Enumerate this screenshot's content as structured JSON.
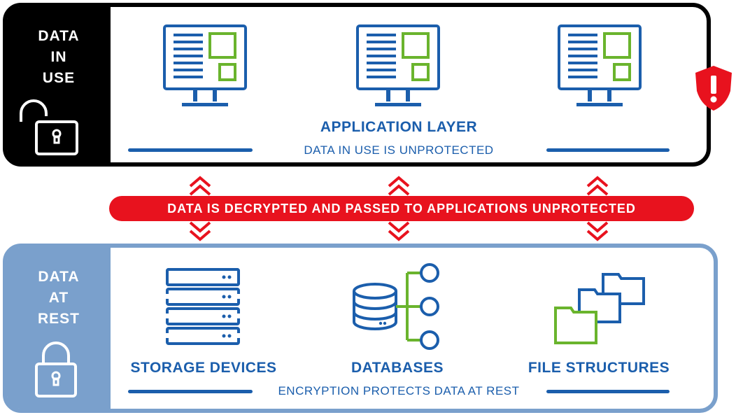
{
  "top": {
    "side_label_lines": [
      "DATA",
      "IN",
      "USE"
    ],
    "heading": "APPLICATION LAYER",
    "subline": "DATA IN USE IS UNPROTECTED"
  },
  "banner": {
    "text": "DATA IS DECRYPTED AND PASSED TO APPLICATIONS UNPROTECTED"
  },
  "bottom": {
    "side_label_lines": [
      "DATA",
      "AT",
      "REST"
    ],
    "items": [
      {
        "label": "STORAGE DEVICES"
      },
      {
        "label": "DATABASES"
      },
      {
        "label": "FILE STRUCTURES"
      }
    ],
    "subline": "ENCRYPTION PROTECTS DATA AT REST"
  },
  "colors": {
    "blue": "#1b5eac",
    "green": "#6ab42d",
    "red": "#e8121e",
    "rest_blue": "#7aa0cc",
    "black": "#000000"
  },
  "icons": {
    "top": [
      "monitor-icon",
      "monitor-icon",
      "monitor-icon",
      "open-padlock-icon",
      "shield-warning-icon"
    ],
    "bottom": [
      "server-rack-icon",
      "database-icon",
      "folders-icon",
      "closed-padlock-icon"
    ],
    "middle": [
      "double-chevron-icon"
    ]
  }
}
